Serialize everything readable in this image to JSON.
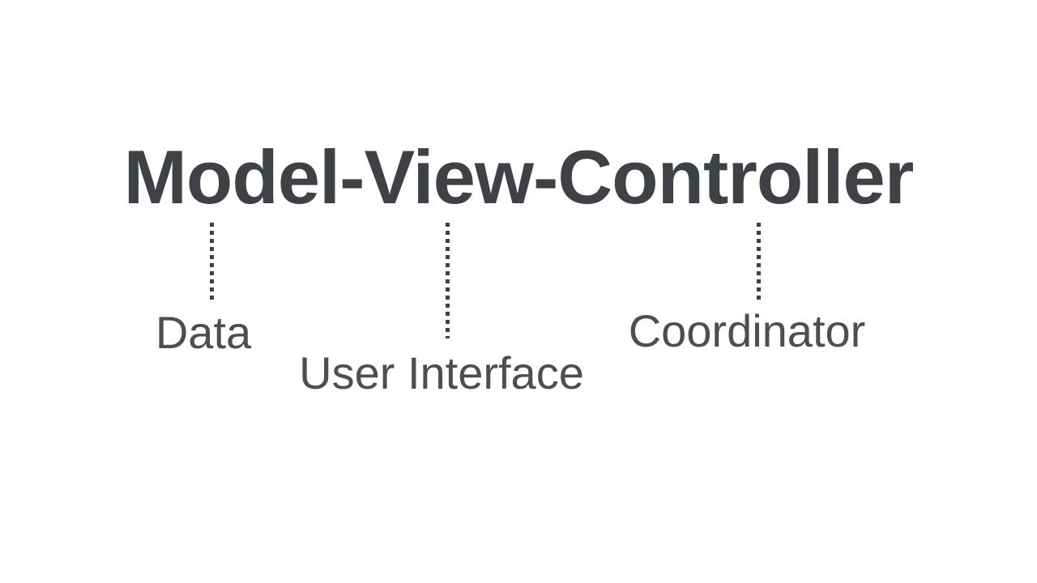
{
  "title": "Model-View-Controller",
  "colors": {
    "title": "#3e4247",
    "label": "#4b4f53",
    "connector": "#3e4247",
    "background": "#ffffff"
  },
  "annotations": [
    {
      "component": "model",
      "text": "Data"
    },
    {
      "component": "view",
      "text": "User Interface"
    },
    {
      "component": "controller",
      "text": "Coordinator"
    }
  ]
}
